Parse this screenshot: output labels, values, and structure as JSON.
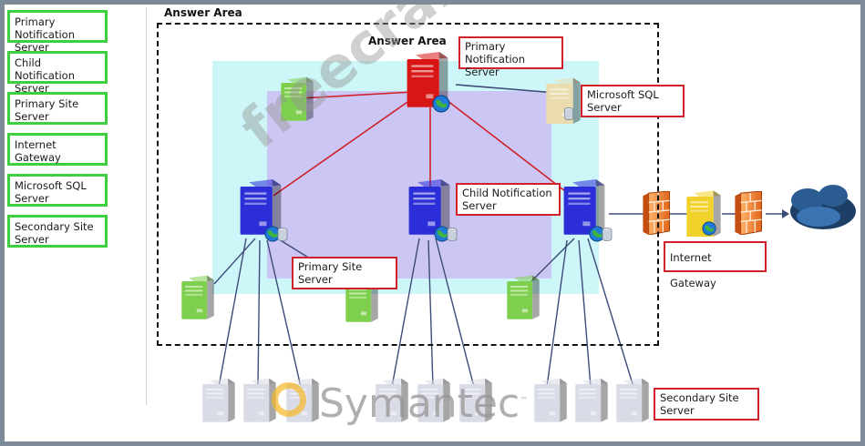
{
  "left_panel": {
    "items": [
      {
        "label": "Primary Notification Server"
      },
      {
        "label": "Child Notification Server"
      },
      {
        "label": "Primary Site Server"
      },
      {
        "label": "Internet Gateway"
      },
      {
        "label": "Microsoft SQL Server"
      },
      {
        "label": "Secondary Site Server"
      }
    ]
  },
  "answer_area": {
    "outer_title": "Answer Area",
    "inner_title": "Answer Area"
  },
  "diagram_labels": {
    "primary_notification": "Primary Notification Server",
    "microsoft_sql": "Microsoft SQL Server",
    "child_notification": "Child Notification Server",
    "primary_site": "Primary Site Server",
    "internet_gateway": "Internet Gateway",
    "secondary_site": "Secondary Site Server"
  },
  "watermark": {
    "site": "freecram.net",
    "brand": "Symantec",
    "trademark": "™"
  },
  "colors": {
    "frame": "#7d8b99",
    "label_border_green": "#3ecf3e",
    "label_border_red": "#d0202a",
    "red_line": "#d0202a",
    "blue_line": "#3d4b78",
    "cyan_zone": "#cdf6f8",
    "lavender_zone": "#cbc6f3"
  }
}
